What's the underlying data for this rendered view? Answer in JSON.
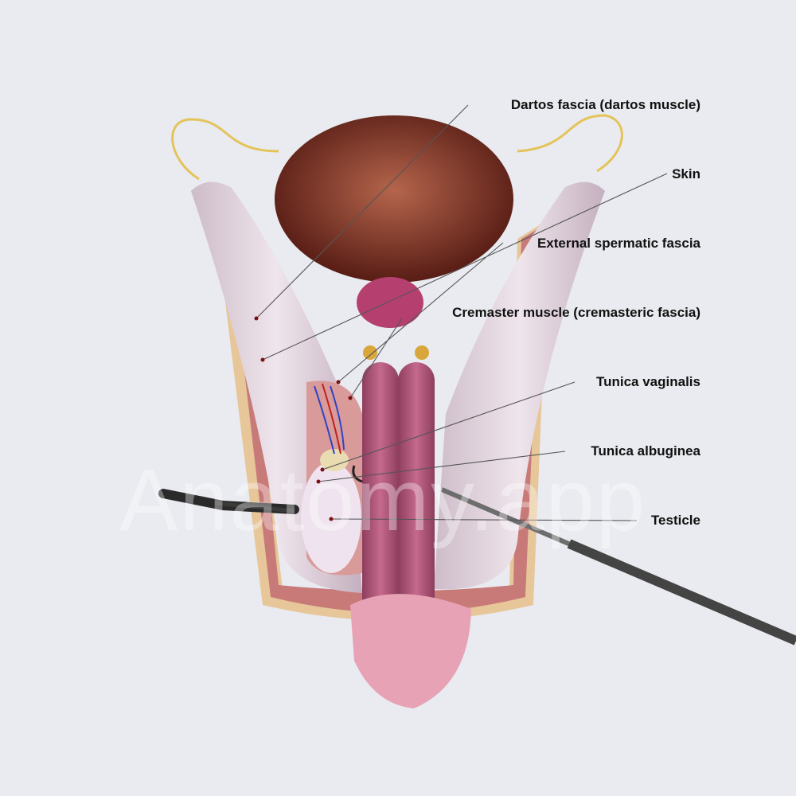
{
  "watermark": "Anatomy.app",
  "labels": [
    {
      "id": "dartos",
      "text": "Dartos fascia (dartos muscle)"
    },
    {
      "id": "skin",
      "text": "Skin"
    },
    {
      "id": "external",
      "text": "External spermatic fascia"
    },
    {
      "id": "cremaster",
      "text": "Cremaster muscle (cremasteric fascia)"
    },
    {
      "id": "vaginalis",
      "text": "Tunica vaginalis"
    },
    {
      "id": "albuginea",
      "text": "Tunica albuginea"
    },
    {
      "id": "testicle",
      "text": "Testicle"
    }
  ],
  "colors": {
    "background": "#e9ebf0",
    "leader": "#555555",
    "dot": "#7a1010",
    "bladder": "#6e2418",
    "skin": "#e4d6df",
    "penis": "#b25a7c",
    "glans": "#e49ab0"
  }
}
